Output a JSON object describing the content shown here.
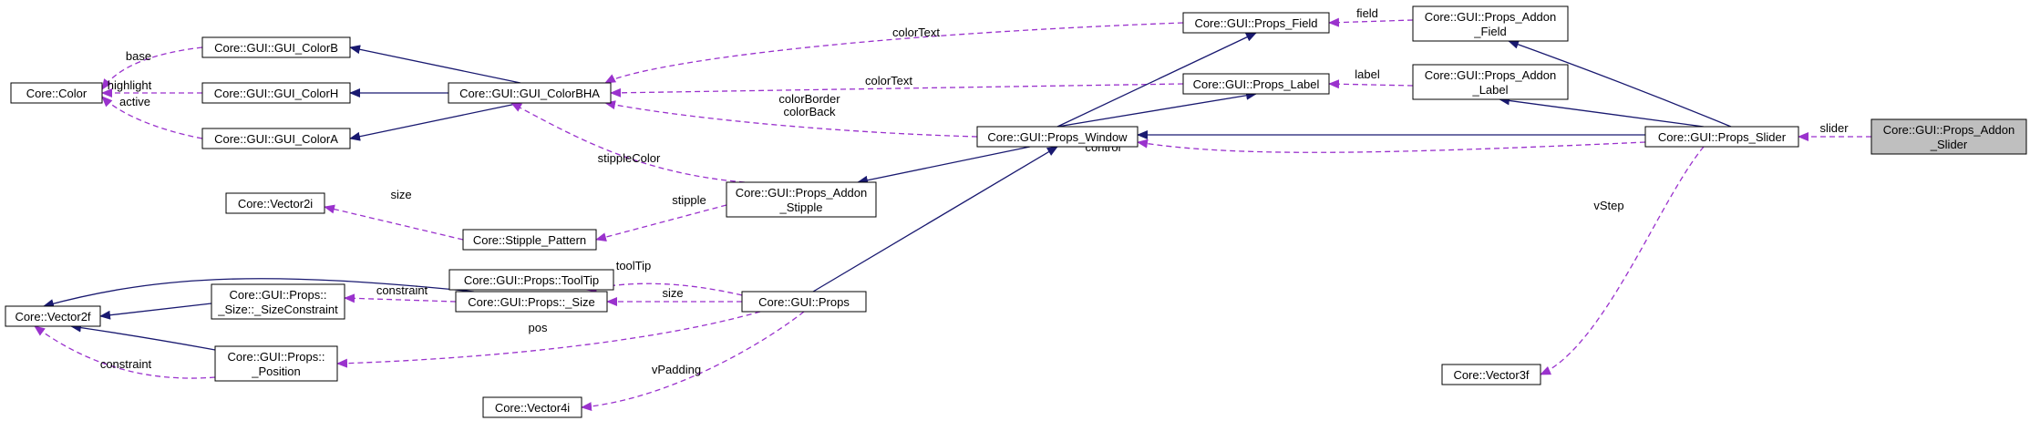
{
  "colors": {
    "inherit": "#191970",
    "usage": "#9a32cd",
    "highlight_fill": "#bfbfbf"
  },
  "nodes": [
    {
      "id": "color",
      "lines": [
        "Core::Color"
      ]
    },
    {
      "id": "colorB",
      "lines": [
        "Core::GUI::GUI_ColorB"
      ]
    },
    {
      "id": "colorH",
      "lines": [
        "Core::GUI::GUI_ColorH"
      ]
    },
    {
      "id": "colorA",
      "lines": [
        "Core::GUI::GUI_ColorA"
      ]
    },
    {
      "id": "colorBHA",
      "lines": [
        "Core::GUI::GUI_ColorBHA"
      ]
    },
    {
      "id": "field",
      "lines": [
        "Core::GUI::Props_Field"
      ]
    },
    {
      "id": "label",
      "lines": [
        "Core::GUI::Props_Label"
      ]
    },
    {
      "id": "window",
      "lines": [
        "Core::GUI::Props_Window"
      ]
    },
    {
      "id": "addonField",
      "lines": [
        "Core::GUI::Props_Addon",
        "_Field"
      ]
    },
    {
      "id": "addonLabel",
      "lines": [
        "Core::GUI::Props_Addon",
        "_Label"
      ]
    },
    {
      "id": "slider",
      "lines": [
        "Core::GUI::Props_Slider"
      ]
    },
    {
      "id": "addonSlider",
      "lines": [
        "Core::GUI::Props_Addon",
        "_Slider"
      ],
      "highlight": true
    },
    {
      "id": "vector3f",
      "lines": [
        "Core::Vector3f"
      ]
    },
    {
      "id": "vector2i",
      "lines": [
        "Core::Vector2i"
      ]
    },
    {
      "id": "stipplePattern",
      "lines": [
        "Core::Stipple_Pattern"
      ]
    },
    {
      "id": "addonStipple",
      "lines": [
        "Core::GUI::Props_Addon",
        "_Stipple"
      ]
    },
    {
      "id": "tooltip",
      "lines": [
        "Core::GUI::Props::ToolTip"
      ]
    },
    {
      "id": "size",
      "lines": [
        "Core::GUI::Props::_Size"
      ]
    },
    {
      "id": "props",
      "lines": [
        "Core::GUI::Props"
      ]
    },
    {
      "id": "sizeConstraint",
      "lines": [
        "Core::GUI::Props::",
        "_Size::_SizeConstraint"
      ]
    },
    {
      "id": "vector2f",
      "lines": [
        "Core::Vector2f"
      ]
    },
    {
      "id": "position",
      "lines": [
        "Core::GUI::Props::",
        "_Position"
      ]
    },
    {
      "id": "vector4i",
      "lines": [
        "Core::Vector4i"
      ]
    }
  ],
  "edges": [
    {
      "type": "usage",
      "label": "base"
    },
    {
      "type": "usage",
      "label": "highlight"
    },
    {
      "type": "usage",
      "label": "active"
    },
    {
      "type": "inherit",
      "label": ""
    },
    {
      "type": "inherit",
      "label": ""
    },
    {
      "type": "inherit",
      "label": ""
    },
    {
      "type": "usage",
      "label": "colorText"
    },
    {
      "type": "usage",
      "label": "colorText"
    },
    {
      "type": "usage",
      "label": "colorBorder\ncolorBack"
    },
    {
      "type": "usage",
      "label": "stippleColor"
    },
    {
      "type": "inherit",
      "label": ""
    },
    {
      "type": "inherit",
      "label": ""
    },
    {
      "type": "usage",
      "label": "field"
    },
    {
      "type": "usage",
      "label": "label"
    },
    {
      "type": "inherit",
      "label": ""
    },
    {
      "type": "inherit",
      "label": ""
    },
    {
      "type": "inherit",
      "label": ""
    },
    {
      "type": "usage",
      "label": "control"
    },
    {
      "type": "usage",
      "label": "slider"
    },
    {
      "type": "usage",
      "label": "vStep"
    },
    {
      "type": "usage",
      "label": "size"
    },
    {
      "type": "usage",
      "label": "stipple"
    },
    {
      "type": "inherit",
      "label": ""
    },
    {
      "type": "inherit",
      "label": ""
    },
    {
      "type": "usage",
      "label": "toolTip"
    },
    {
      "type": "usage",
      "label": "size"
    },
    {
      "type": "usage",
      "label": "constraint"
    },
    {
      "type": "inherit",
      "label": ""
    },
    {
      "type": "inherit",
      "label": ""
    },
    {
      "type": "inherit",
      "label": ""
    },
    {
      "type": "usage",
      "label": "constraint"
    },
    {
      "type": "usage",
      "label": "pos"
    },
    {
      "type": "usage",
      "label": "vPadding"
    }
  ]
}
